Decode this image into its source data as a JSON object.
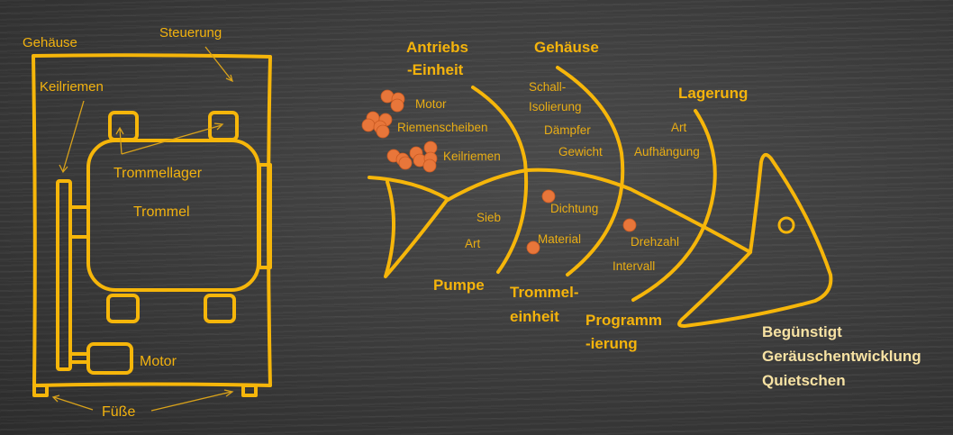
{
  "colors": {
    "chalk_yellow": "#f6b60a",
    "dot_orange": "#e8763a",
    "result_cream": "#f7e2a3",
    "board": "#3a3a3a"
  },
  "machine_sketch": {
    "labels": {
      "housing": "Gehäuse",
      "control": "Steuerung",
      "belt": "Keilriemen",
      "drum_bearing": "Trommellager",
      "drum": "Trommel",
      "motor": "Motor",
      "feet": "Füße"
    }
  },
  "fishbone": {
    "categories": {
      "drive_line1": "Antriebs",
      "drive_line2": "-Einheit",
      "housing": "Gehäuse",
      "bearing": "Lagerung",
      "pump": "Pumpe",
      "drum_line1": "Trommel-",
      "drum_line2": "einheit",
      "program_line1": "Programm",
      "program_line2": "-ierung"
    },
    "causes": {
      "drive": [
        "Motor",
        "Riemenscheiben",
        "Keilriemen"
      ],
      "housing": [
        "Schall-",
        "Isolierung",
        "Dämpfer",
        "Gewicht"
      ],
      "bearing": [
        "Art",
        "Aufhängung"
      ],
      "pump": [
        "Sieb",
        "Art"
      ],
      "drum": [
        "Dichtung",
        "Material"
      ],
      "program": [
        "Drehzahl",
        "Intervall"
      ]
    },
    "effect": [
      "Begünstigt",
      "Geräuschentwicklung",
      "Quietschen"
    ]
  }
}
